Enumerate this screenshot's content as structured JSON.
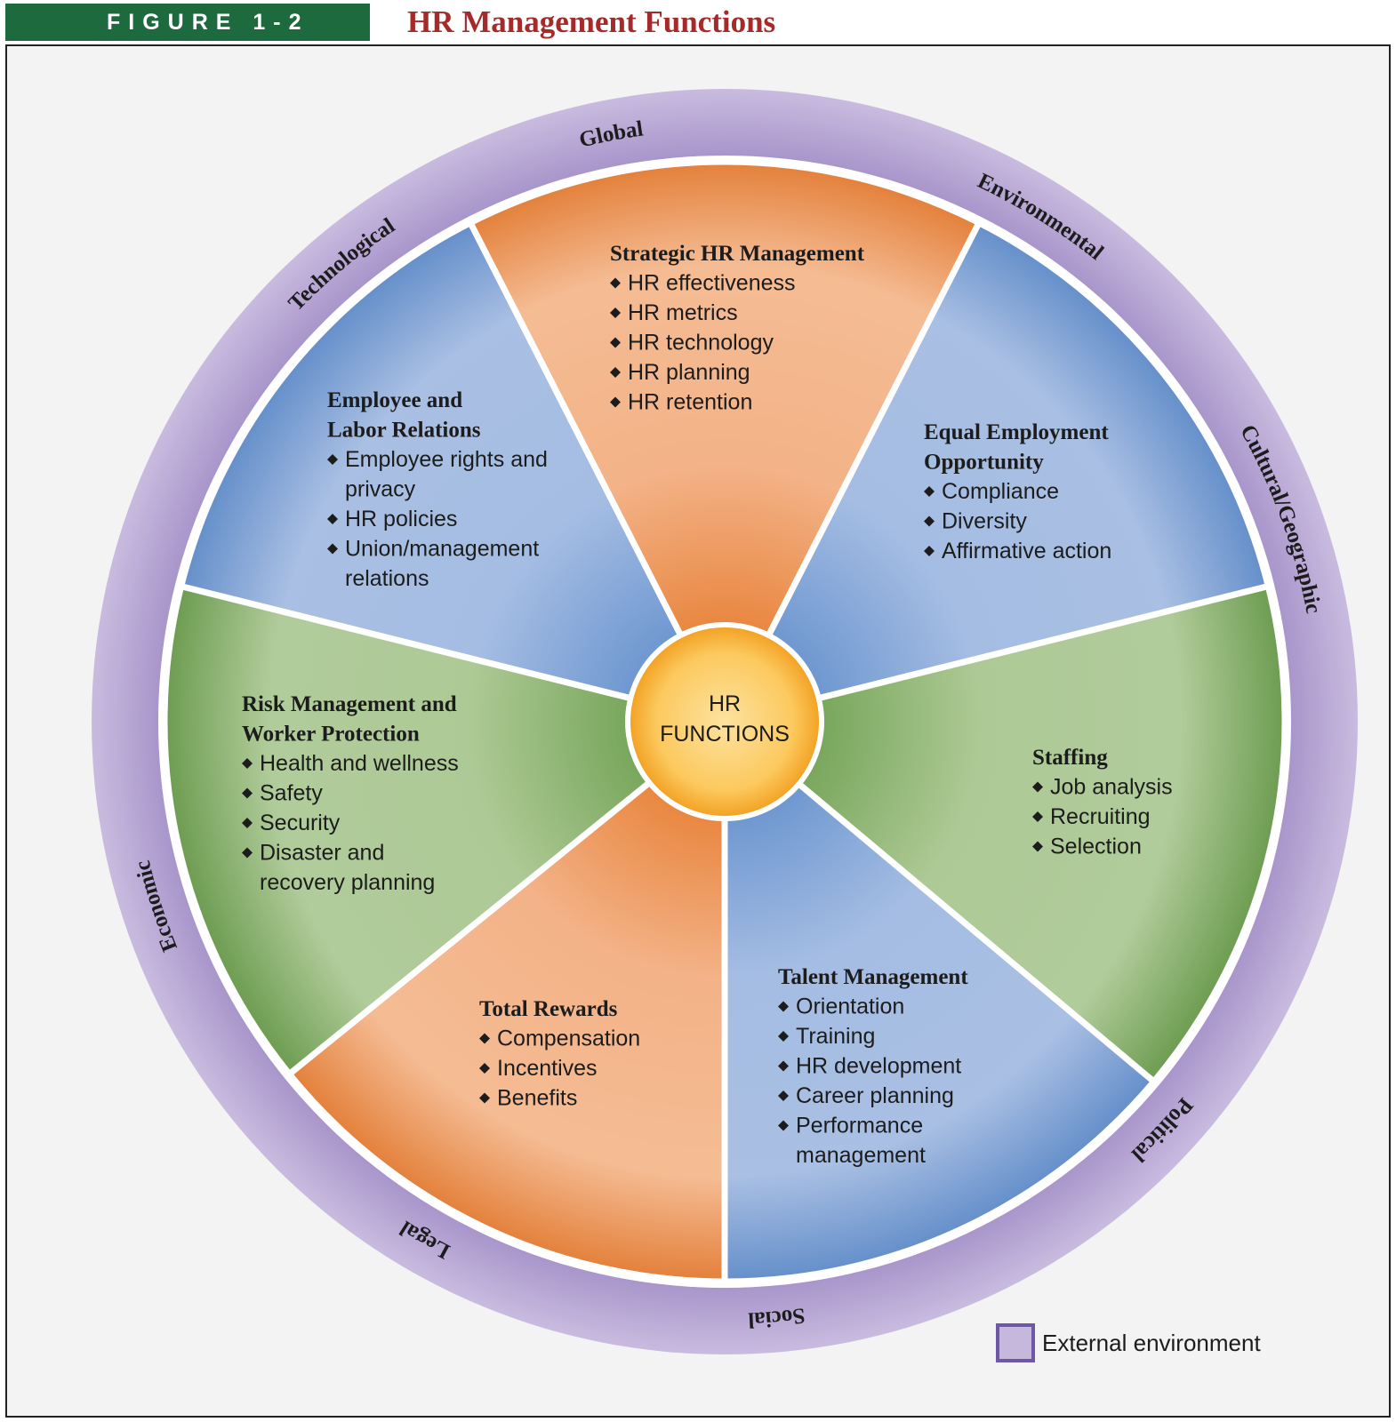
{
  "figure": {
    "label": "FIGURE 1-2",
    "title": "HR Management Functions"
  },
  "center": {
    "line1": "HR",
    "line2": "FUNCTIONS"
  },
  "external_factors": [
    "Global",
    "Environmental",
    "Cultural/Geographic",
    "Political",
    "Social",
    "Legal",
    "Economic",
    "Technological"
  ],
  "segments": [
    {
      "key": "strategic",
      "color": "orange",
      "heading": [
        "Strategic HR Management"
      ],
      "items": [
        [
          "HR effectiveness"
        ],
        [
          "HR metrics"
        ],
        [
          "HR technology"
        ],
        [
          "HR planning"
        ],
        [
          "HR retention"
        ]
      ]
    },
    {
      "key": "eeo",
      "color": "blue",
      "heading": [
        "Equal Employment",
        "Opportunity"
      ],
      "items": [
        [
          "Compliance"
        ],
        [
          "Diversity"
        ],
        [
          "Affirmative action"
        ]
      ]
    },
    {
      "key": "staffing",
      "color": "green",
      "heading": [
        "Staffing"
      ],
      "items": [
        [
          "Job analysis"
        ],
        [
          "Recruiting"
        ],
        [
          "Selection"
        ]
      ]
    },
    {
      "key": "talent",
      "color": "blue",
      "heading": [
        "Talent Management"
      ],
      "items": [
        [
          "Orientation"
        ],
        [
          "Training"
        ],
        [
          "HR development"
        ],
        [
          "Career planning"
        ],
        [
          "Performance",
          "management"
        ]
      ]
    },
    {
      "key": "rewards",
      "color": "orange",
      "heading": [
        "Total Rewards"
      ],
      "items": [
        [
          "Compensation"
        ],
        [
          "Incentives"
        ],
        [
          "Benefits"
        ]
      ]
    },
    {
      "key": "risk",
      "color": "green",
      "heading": [
        "Risk Management and",
        "Worker Protection"
      ],
      "items": [
        [
          "Health and wellness"
        ],
        [
          "Safety"
        ],
        [
          "Security"
        ],
        [
          "Disaster and",
          "recovery planning"
        ]
      ]
    },
    {
      "key": "relations",
      "color": "blue",
      "heading": [
        "Employee and",
        "Labor Relations"
      ],
      "items": [
        [
          "Employee rights and",
          "privacy"
        ],
        [
          "HR policies"
        ],
        [
          "Union/management",
          "relations"
        ]
      ]
    }
  ],
  "legend": {
    "label": "External environment",
    "color": "#8e7ab8"
  },
  "colors": {
    "orange_edge": "#e07a34",
    "orange_mid": "#efab7c",
    "orange_light": "#f7c9a4",
    "blue_edge": "#5f8bc8",
    "blue_mid": "#93afda",
    "blue_light": "#b4c6e6",
    "green_edge": "#67984a",
    "green_mid": "#9fc084",
    "green_light": "#bad4a6",
    "ring_outer": "#c7b8dd",
    "ring_inner": "#9e89c4",
    "center_outer": "#f2a62a",
    "center_inner": "#fddd92",
    "text": "#1c1c1c"
  }
}
